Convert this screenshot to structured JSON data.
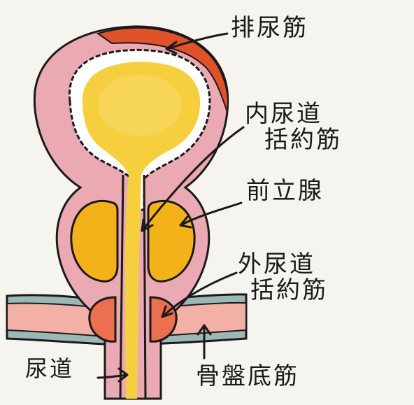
{
  "labels": {
    "detrusor": "排尿筋",
    "internal_sphincter_line1": "内尿道",
    "internal_sphincter_line2": "括約筋",
    "prostate": "前立腺",
    "external_sphincter_line1": "外尿道",
    "external_sphincter_line2": "括約筋",
    "urethra": "尿道",
    "pelvic_floor": "骨盤底筋"
  },
  "colors": {
    "background": "#f6f4ef",
    "bladder_wall": "#eba9b4",
    "detrusor_muscle": "#e0522a",
    "urine": "#f6cf3f",
    "prostate": "#f4b21a",
    "pelvic_floor_muscle": "#f2b0a6",
    "pelvic_floor_edge": "#9db6b6",
    "external_sphincter": "#ec6f4f",
    "outline": "#1a1a1a"
  }
}
